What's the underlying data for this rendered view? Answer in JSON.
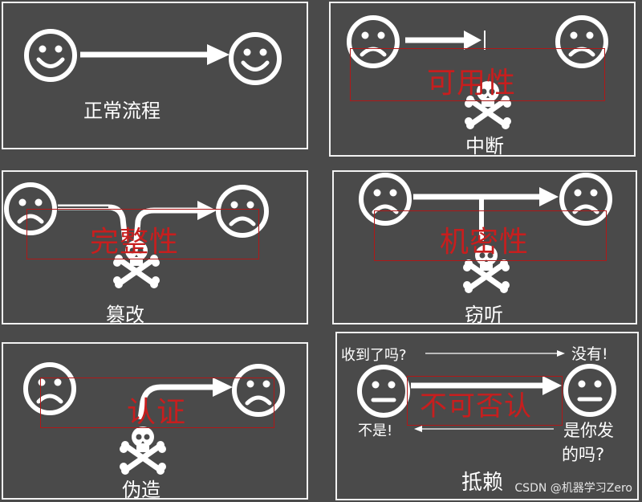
{
  "panels": {
    "normal": {
      "label": "正常流程"
    },
    "availability": {
      "category": "可用性",
      "label": "中断"
    },
    "integrity": {
      "category": "完整性",
      "label": "篡改"
    },
    "confidentiality": {
      "category": "机密性",
      "label": "窃听"
    },
    "authentication": {
      "category": "认证",
      "label": "伪造"
    },
    "nonrepudiation": {
      "category": "不可否认",
      "label": "抵赖",
      "question": "收到了吗?",
      "answer_no": "没有!",
      "reply_not": "不是!",
      "question2_line1": "是你发",
      "question2_line2": "的吗?"
    }
  },
  "watermark": "CSDN @机器学习Zero",
  "colors": {
    "background": "#4a4a4a",
    "panel_border": "#f2f2f2",
    "accent_red": "#c81e1e",
    "icon": "#ffffff"
  },
  "icons": [
    "smiley-face-icon",
    "sad-face-icon",
    "neutral-face-icon",
    "skull-crossbones-icon",
    "arrow-icon"
  ]
}
